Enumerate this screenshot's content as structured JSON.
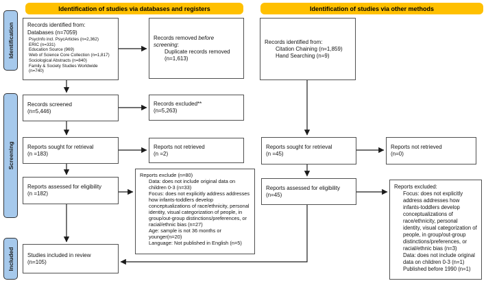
{
  "colors": {
    "banner_bg": "#FFC000",
    "sidebar_bg": "#A6C9EC",
    "box_border": "#4f4f4f",
    "arrow": "#1b1b1b"
  },
  "sidebar": {
    "identification": "Identification",
    "screening": "Screening",
    "included": "Included"
  },
  "banners": {
    "left": "Identification of studies via databases and registers",
    "right": "Identification of studies via other methods"
  },
  "left": {
    "identified": {
      "line1": "Records identified from:",
      "line2": "Databases (n=7059)",
      "sources": [
        "PsycInfo incl. PsycArticles (n=2,362)",
        "ERIC (n=331)",
        "Education Source (969)",
        "Web of Science Core Collection (n=1,817)",
        "Sociological Abstracts (n=840)",
        "Family & Society Studies Worldwide (n=740)"
      ]
    },
    "removed": {
      "prefix": "Records removed ",
      "italic": "before screening",
      "suffix": ":",
      "detail": "Duplicate records removed (n=1,613)"
    },
    "screened": {
      "line1": "Records screened",
      "line2": "(n=5,446)"
    },
    "excluded": {
      "line1": "Records excluded**",
      "line2": "(n=5,263)"
    },
    "sought": {
      "line1": "Reports sought for retrieval",
      "line2": "(n =183)"
    },
    "not_retrieved": {
      "line1": "Reports not retrieved",
      "line2": "(n =2)"
    },
    "assessed": {
      "line1": "Reports assessed for eligibility",
      "line2": "(n =182)"
    },
    "exclude_reasons": {
      "title": "Reports exclude (n=80)",
      "items": [
        "Data: does not include original data on children 0-3 (n=33)",
        "Focus: does not explicitly address addresses how infants-toddlers develop conceptualizations of race/ethnicity, personal identity, visual categorization of people, in group/out-group distinctions/preferences, or racial/ethnic bias (n=27)",
        "Age: sample is not 36 months or younger(n=20)",
        "Language: Not published in English (n=5)"
      ]
    },
    "included_box": {
      "line1": "Studies included in review",
      "line2": "(n=105)"
    }
  },
  "right": {
    "identified": {
      "line1": "Records identified from:",
      "items": [
        "Citation Chaining (n=1,859)",
        "Hand Searching (n=9)"
      ]
    },
    "sought": {
      "line1": "Reports sought for retrieval",
      "line2": "(n =45)"
    },
    "not_retrieved": {
      "line1": "Reports not retrieved",
      "line2": "(n=0)"
    },
    "assessed": {
      "line1": "Reports assessed for eligibility",
      "line2": "(n=45)"
    },
    "excluded_reasons": {
      "title": "Reports excluded:",
      "items": [
        "Focus: does not explicitly address addresses how infants-toddlers develop conceptualizations of race/ethnicity, personal identity, visual categorization of people, in group/out-group distinctions/preferences, or racial/ethnic bias (n=3)",
        "Data: does not include original data on children 0-3 (n=1)",
        "Published before 1990 (n=1)"
      ]
    }
  }
}
